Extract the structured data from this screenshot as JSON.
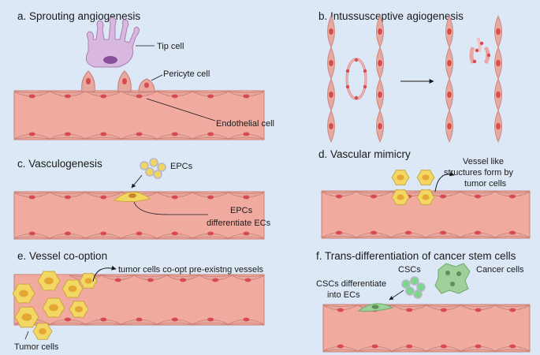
{
  "colors": {
    "background": "#dde8f7",
    "vessel": "#f0aaa0",
    "vessel_edge": "#c77f76",
    "endothelial_cell": "#e7a8a0",
    "nucleus": "#d94a50",
    "tip_cell": "#d9b8df",
    "tip_nucleus": "#8a4f9a",
    "epc": "#f1d563",
    "tumor": "#f3d765",
    "tumor_core": "#e4a734",
    "csc": "#7bd88a",
    "cancer_cell": "#9ed19a"
  },
  "panels": {
    "a": {
      "title": "a. Sprouting angiogenesis",
      "labels": {
        "tip": "Tip cell",
        "pericyte": "Pericyte cell",
        "endothelial": "Endothelial cell"
      }
    },
    "b": {
      "title": "b. Intussusceptive agiogenesis"
    },
    "c": {
      "title": "c. Vasculogenesis",
      "labels": {
        "epcs": "EPCs",
        "diff1": "EPCs",
        "diff2": "differentiate ECs"
      }
    },
    "d": {
      "title": "d. Vascular mimicry",
      "labels": {
        "l1": "Vessel like",
        "l2": "structures form by",
        "l3": "tumor cells"
      }
    },
    "e": {
      "title": "e. Vessel co-option",
      "labels": {
        "coopt": "tumor cells co-opt pre-existng vessels",
        "tumor": "Tumor cells"
      }
    },
    "f": {
      "title": "f. Trans-differentiation of cancer stem cells",
      "labels": {
        "cscs": "CSCs",
        "cancer": "Cancer cells",
        "diff1": "CSCs differentiate",
        "diff2": "into ECs"
      }
    }
  }
}
